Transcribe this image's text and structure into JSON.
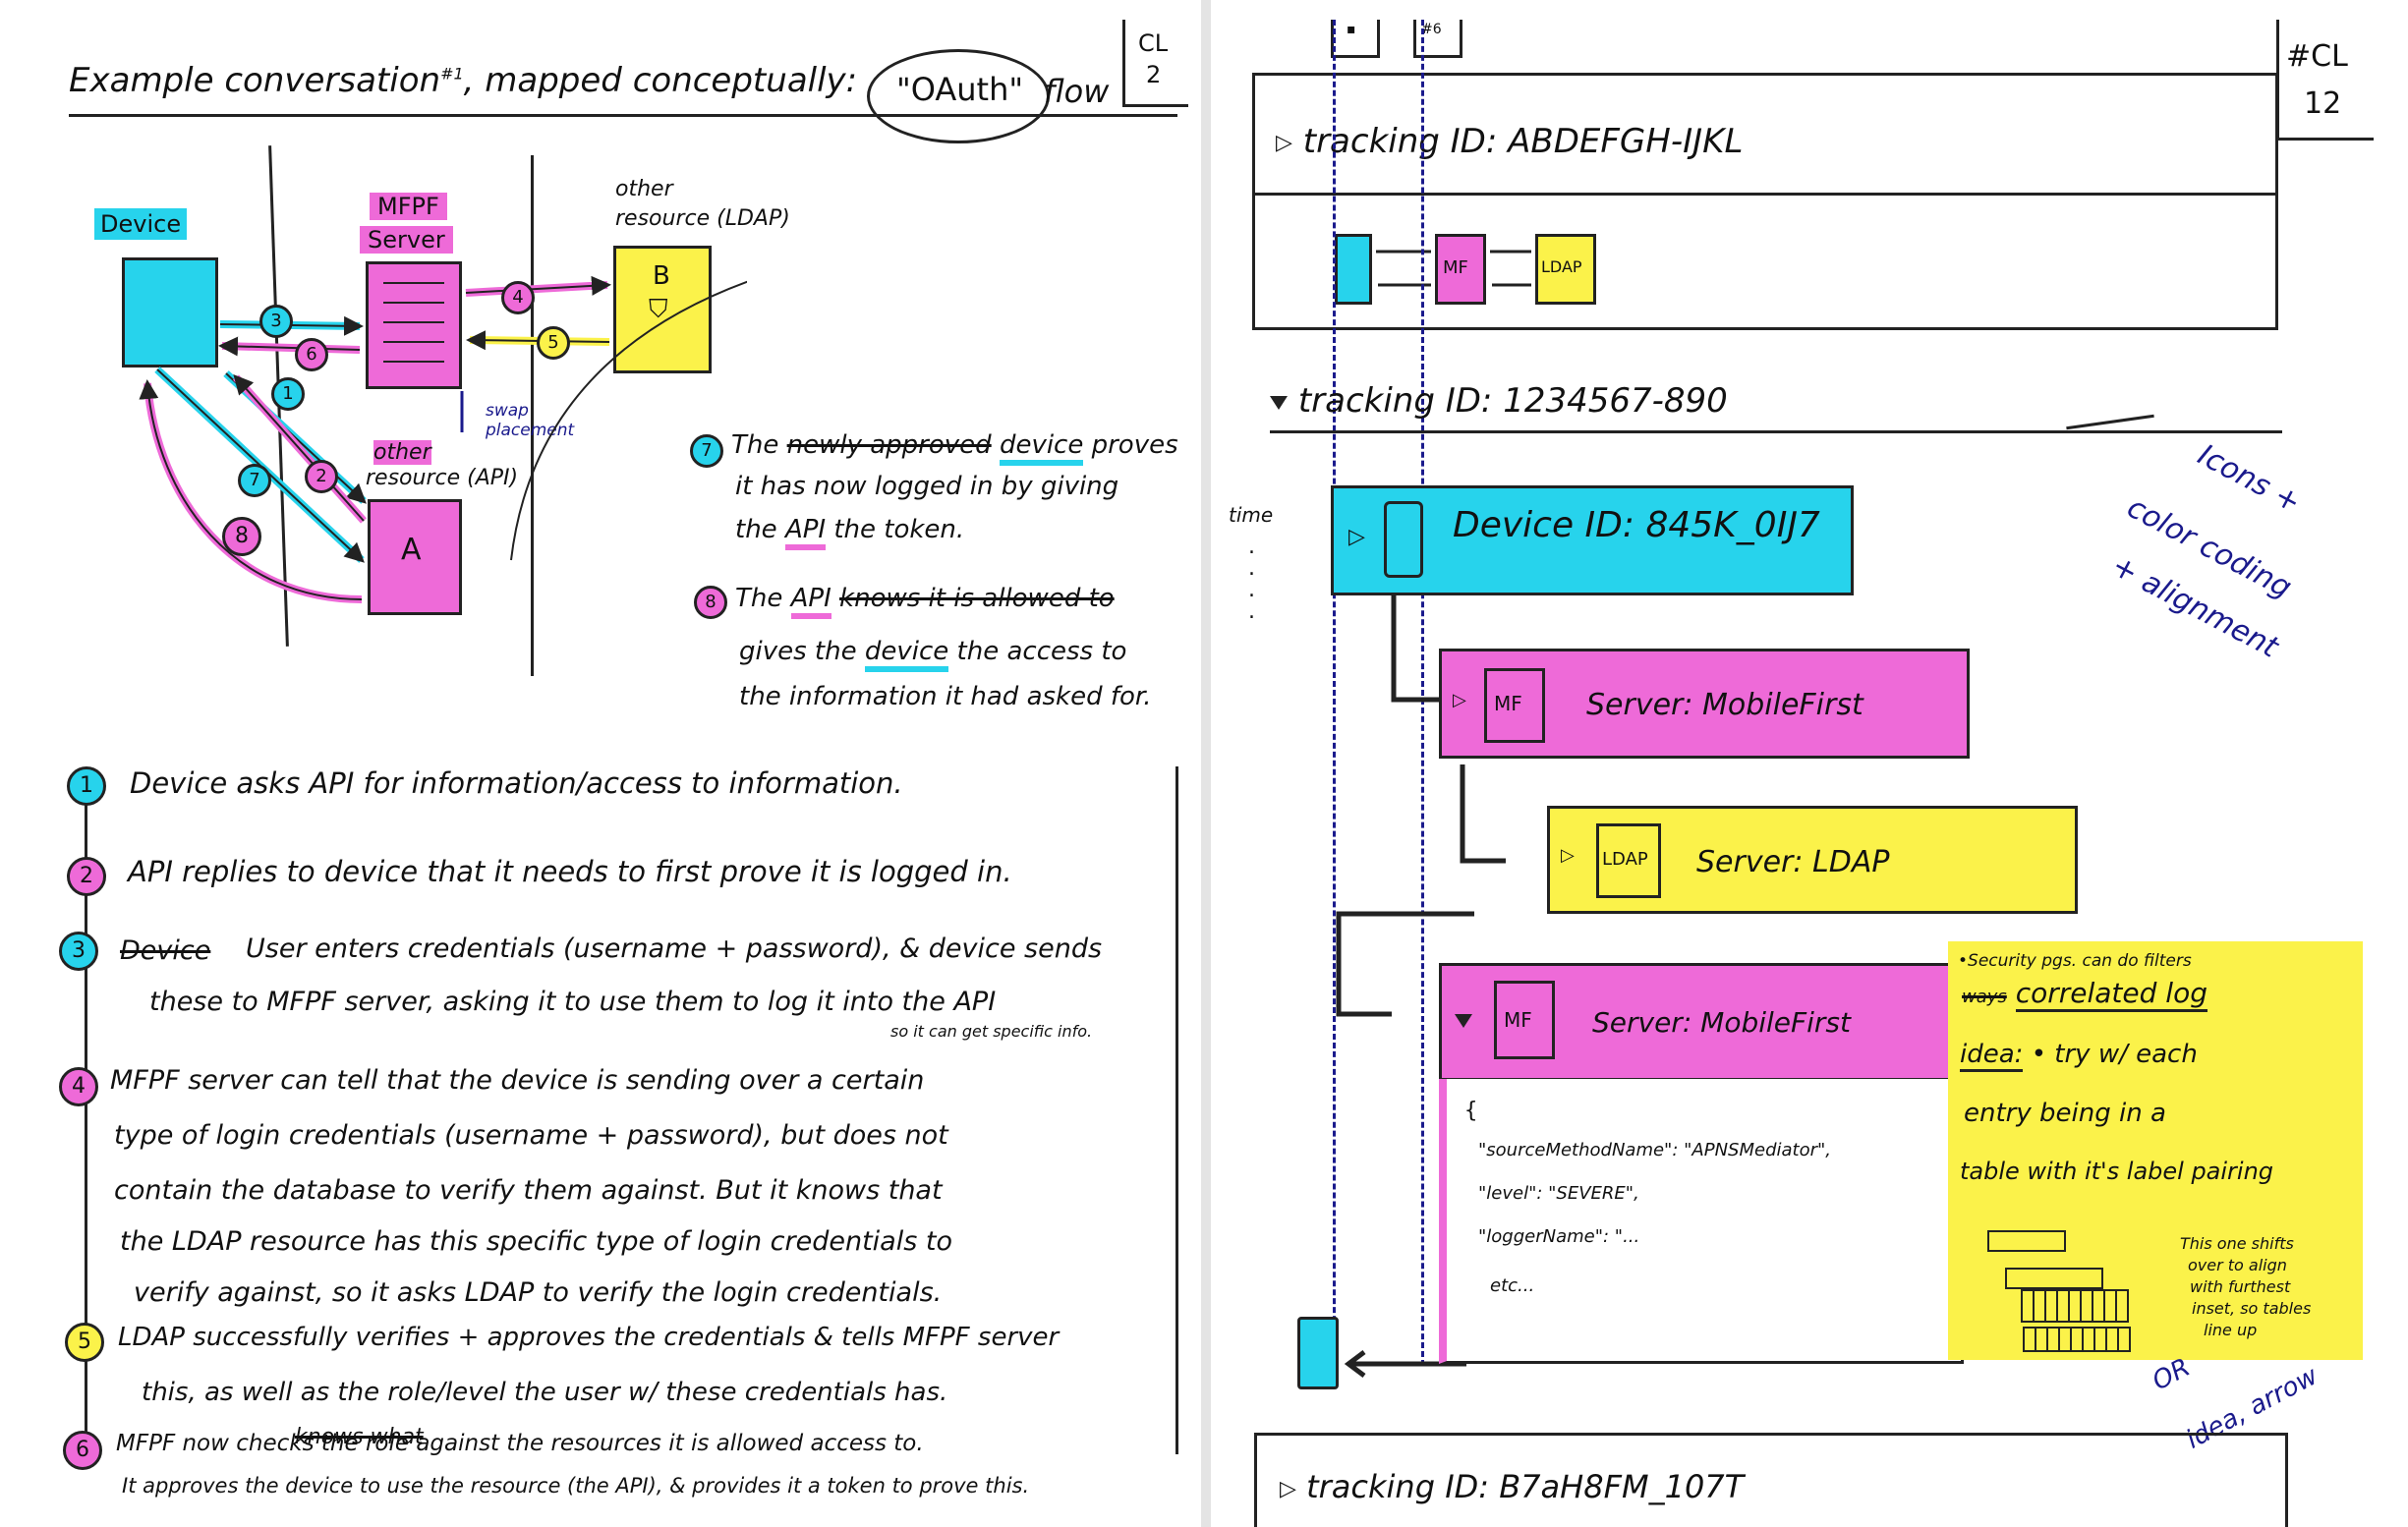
{
  "left": {
    "title_prefix": "Example conversation",
    "title_sup": "#1",
    "title_mid": ", mapped conceptually:",
    "title_oauth": "\"OAuth\"",
    "title_flow": "flow",
    "corner_tag_1": "CL",
    "corner_tag_2": "2",
    "diagram": {
      "device_label": "Device",
      "mfpf_label_1": "MFPF",
      "mfpf_label_2": "Server",
      "other_top_1": "other",
      "other_top_2": "resource (LDAP)",
      "box_b": "B",
      "other_bottom_1": "other",
      "other_bottom_2": "resource (API)",
      "box_a": "A",
      "swap_1": "swap",
      "swap_2": "placement",
      "arrow_nums": [
        "1",
        "2",
        "3",
        "4",
        "5",
        "6",
        "7",
        "8"
      ]
    },
    "note7": {
      "num": "7",
      "the": "The",
      "struck": "newly approved",
      "device": "device",
      "rest1": "proves",
      "line2": "it has now logged in by giving",
      "line3_a": "the",
      "line3_api": "API",
      "line3_b": "the token."
    },
    "note8": {
      "num": "8",
      "the": "The",
      "api": "API",
      "struck": "knows it is allowed to",
      "line2_a": "gives the",
      "line2_device": "device",
      "line2_b": "the access to",
      "line3": "the information it had asked for."
    },
    "steps": [
      {
        "num": "1",
        "lines": [
          "Device asks API for information/access to information."
        ]
      },
      {
        "num": "2",
        "lines": [
          "API replies to device that it needs to first prove it is logged in."
        ]
      },
      {
        "num": "3",
        "struck": "Device",
        "lines": [
          "User enters credentials (username + password), & device sends",
          "these to MFPF server, asking it to use them to log it into the API",
          "so it can get specific info."
        ]
      },
      {
        "num": "4",
        "lines": [
          "MFPF server can tell that the device is sending over a certain",
          "type of login credentials (username + password), but does not",
          "contain the database to verify them against. But it knows that",
          "the LDAP resource has this specific type of login credentials to",
          "verify against, so it asks LDAP to verify the login credentials."
        ]
      },
      {
        "num": "5",
        "lines": [
          "LDAP successfully verifies + approves the credentials & tells MFPF server",
          "this, as well as the role/level the user w/ these credentials has."
        ]
      },
      {
        "num": "6",
        "struck": "knows what",
        "lines": [
          "MFPF now checks the role against the resources it is allowed access to.",
          "It approves the device to use the resource (the API), & provides it a token to prove this."
        ]
      }
    ]
  },
  "right": {
    "corner_tag_1": "#CL",
    "corner_tag_2": "12",
    "col_tab_1": "▪",
    "col_tab_2": "#6",
    "tracking1": "tracking ID: ABDEFGH-IJKL",
    "mini_mf": "MF",
    "mini_ldap": "LDAP",
    "tracking2": "tracking ID: 1234567-890",
    "time_label": "time",
    "device_row": "Device ID: 845K_0IJ7",
    "mf_icon": "MF",
    "server_mf": "Server: MobileFirst",
    "ldap_icon": "LDAP",
    "server_ldap": "Server: LDAP",
    "json_lines": [
      "{",
      "\"sourceMethodName\": \"APNSMediator\",",
      "\"level\": \"SEVERE\",",
      "\"loggerName\": \"...",
      "etc..."
    ],
    "side_note": [
      "Icons +",
      "color coding",
      "+ alignment"
    ],
    "side_note_2": [
      "OR",
      "idea, arrow"
    ],
    "sticky": {
      "line1": "•Security pgs. can do filters",
      "struck": "ways",
      "correlated": "correlated log",
      "idea": "idea:",
      "l2": "• try w/ each",
      "l3": "entry being in a",
      "l4": "table with it's label pairing",
      "arrow_note": [
        "This one shifts",
        "over to align",
        "with furthest",
        "inset, so tables",
        "line up"
      ]
    },
    "tracking3": "tracking ID: B7aH8FM_107T"
  },
  "colors": {
    "cyan": "#27d3ec",
    "magenta": "#ee6ad8",
    "yellow": "#fbf24a",
    "ink": "#111111",
    "blue_ink": "#1a1a8c"
  }
}
